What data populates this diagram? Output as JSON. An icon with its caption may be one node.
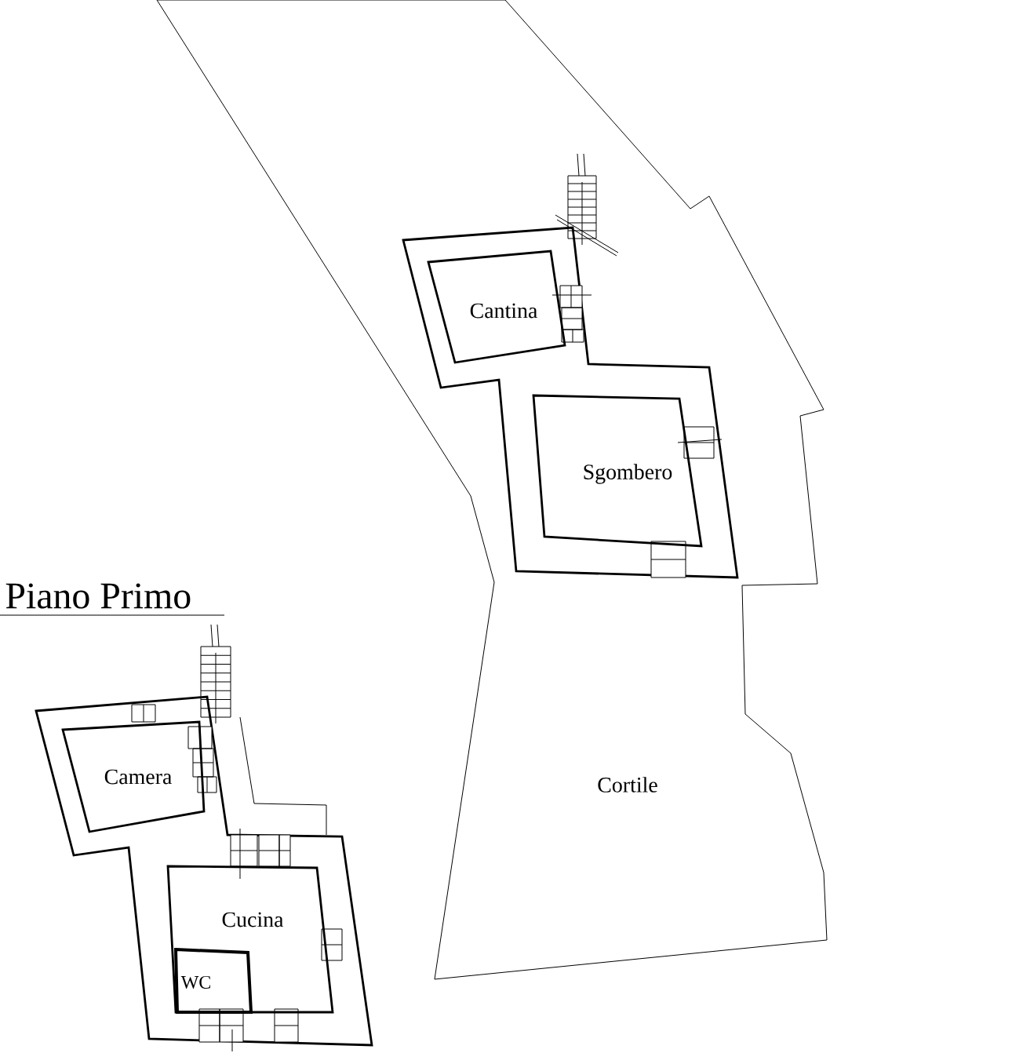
{
  "diagram": {
    "title": "Piano Primo",
    "nodes": [
      {
        "text": [
          "Cortile"
        ]
      },
      {
        "text": [
          "Cantina"
        ],
        "in": 0
      },
      {
        "text": [
          "Sgombero"
        ],
        "in": 0
      },
      {
        "text": [
          "Camera"
        ]
      },
      {
        "text": [
          "Cucina"
        ]
      },
      {
        "text": [
          "WC"
        ],
        "in": 4
      }
    ]
  }
}
